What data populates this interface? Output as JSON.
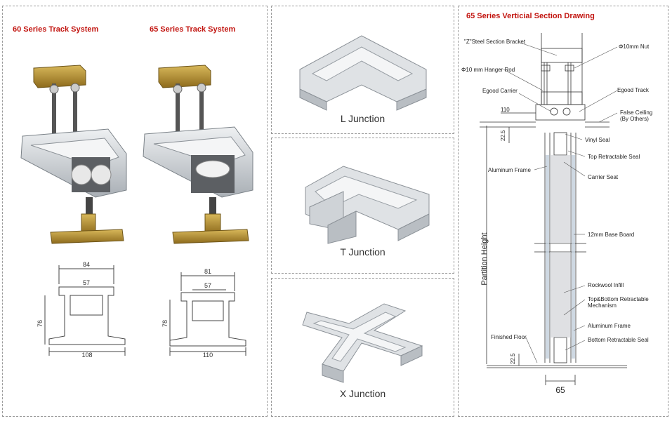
{
  "colors": {
    "title_red": "#c2140f",
    "aluminum": "#d6dadd",
    "aluminum_dark": "#9aa0a6",
    "brass": "#b08a2e",
    "line": "#333333"
  },
  "panel1": {
    "title_60": "60 Series Track System",
    "title_65": "65 Series Track System",
    "dims_60": {
      "top": "84",
      "inner": "57",
      "height": "76",
      "bottom": "108"
    },
    "dims_65": {
      "top": "81",
      "inner": "57",
      "height": "78",
      "bottom": "110"
    }
  },
  "junctions": [
    {
      "label": "L Junction"
    },
    {
      "label": "T Junction"
    },
    {
      "label": "X Junction"
    }
  ],
  "section": {
    "title": "65 Series Verticial Section Drawing",
    "labels": {
      "z_bracket": "\"Z\"Steel Section Bracket",
      "nut": "Φ10mm Nut",
      "hanger_rod": "Φ10 mm Hanger Rod",
      "egood_carrier": "Egood Carrier",
      "egood_track": "Egood Track",
      "false_ceiling_1": "False Ceiling",
      "false_ceiling_2": "(By Others)",
      "vinyl_seal": "Vinyl Seal",
      "top_seal": "Top Retractable Seal",
      "aluminum_frame_left": "Aluminum Frame",
      "carrier_seat": "Carrier Seat",
      "base_board": "12mm Base Board",
      "rockwool": "Rockwool Infill",
      "mechanism_1": "Top&Bottom Retractable",
      "mechanism_2": "Mechanism",
      "aluminum_frame_right": "Aluminum Frame",
      "bottom_seal": "Bottom Retractable Seal",
      "finished_floor": "Finished Floor",
      "partition_height": "Partition Height"
    },
    "dims": {
      "d110": "110",
      "d225_top": "22.5",
      "d225_bottom": "22.5",
      "d65": "65"
    }
  }
}
